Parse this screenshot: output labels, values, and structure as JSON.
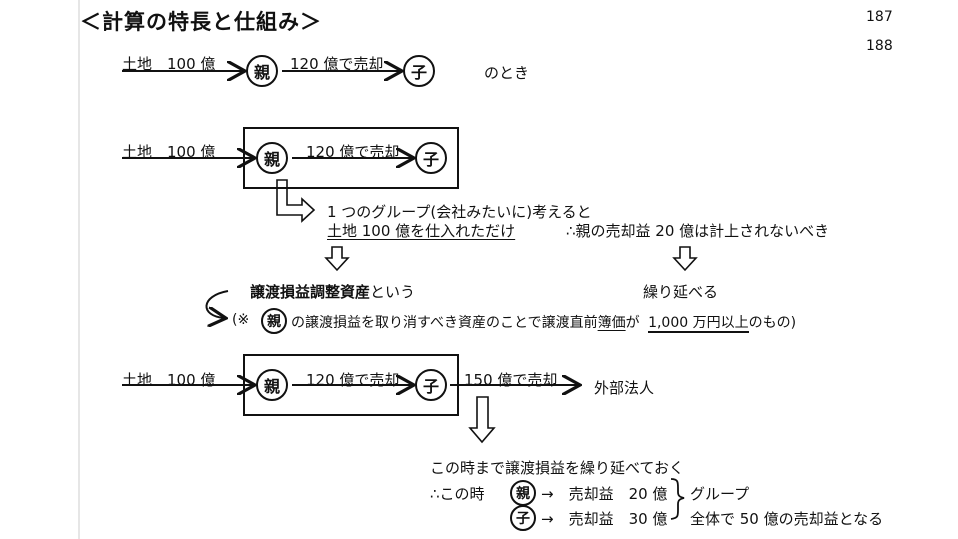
{
  "title": "＜計算の特長と仕組み＞",
  "page_numbers": [
    "187",
    "188"
  ],
  "row1": {
    "land": "土地　100 億",
    "oya": "親",
    "sale": "120 億で売却",
    "ko": "子",
    "suffix": "のとき"
  },
  "row2": {
    "land": "土地　100 億",
    "oya": "親",
    "sale": "120 億で売却",
    "ko": "子"
  },
  "group": {
    "line1": "1 つのグループ(会社みたいに)考えると",
    "line2": "土地 100 億を仕入れただけ",
    "line3": "∴親の売却益 20 億は計上されないべき"
  },
  "concepts": {
    "asset": "譲渡損益調整資産",
    "asset_suffix": "という",
    "defer": "繰り延べる"
  },
  "note": {
    "prefix": "(※",
    "oya": "親",
    "body": "の譲渡損益を取り消すべき資産のことで譲渡直前",
    "book_value": "簿価",
    "ga": "が",
    "threshold": "1,000 万円以上",
    "suffix": "のもの)"
  },
  "row3": {
    "land": "土地　100 億",
    "oya": "親",
    "sale": "120 億で売却",
    "ko": "子",
    "sale2": "150 億で売却",
    "outside": "外部法人"
  },
  "summary": {
    "line1": "この時まで譲渡損益を繰り延べておく",
    "line2": "∴この時",
    "oya": "親",
    "oya_gain": "→　売却益　20 億",
    "ko": "子",
    "ko_gain": "→　売却益　30 億",
    "group_label": "グループ",
    "total": "全体で 50 億の売却益となる"
  }
}
